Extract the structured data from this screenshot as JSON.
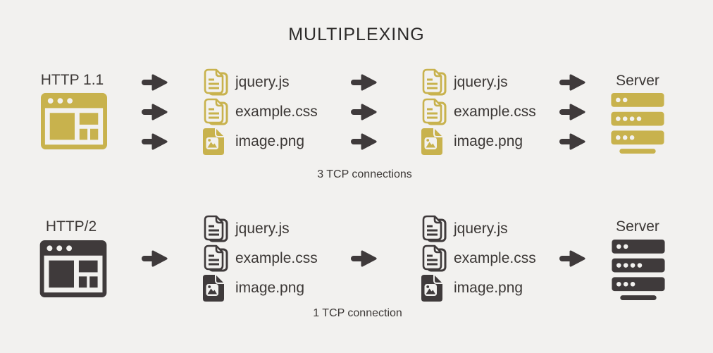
{
  "title": "MULTIPLEXING",
  "palette": {
    "gold": "#c8b24d",
    "dark": "#3f3a3b",
    "text": "#3c3836",
    "background": "#f2f1ef"
  },
  "http1": {
    "client_label": "HTTP 1.1",
    "files": [
      {
        "name": "jquery.js",
        "icon": "document-stack-icon"
      },
      {
        "name": "example.css",
        "icon": "document-stack-icon"
      },
      {
        "name": "image.png",
        "icon": "image-file-icon"
      }
    ],
    "server_label": "Server",
    "caption": "3 TCP connections"
  },
  "http2": {
    "client_label": "HTTP/2",
    "files": [
      {
        "name": "jquery.js",
        "icon": "document-stack-icon"
      },
      {
        "name": "example.css",
        "icon": "document-stack-icon"
      },
      {
        "name": "image.png",
        "icon": "image-file-icon"
      }
    ],
    "server_label": "Server",
    "caption": "1 TCP connection"
  }
}
